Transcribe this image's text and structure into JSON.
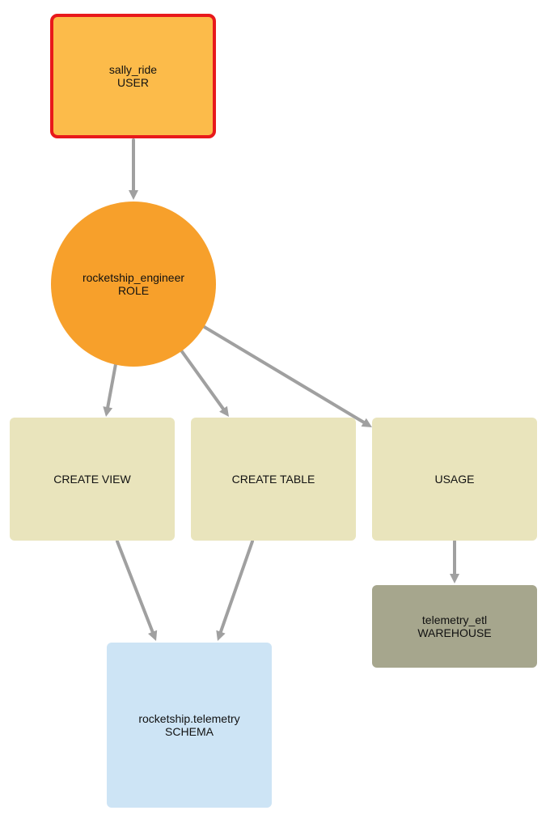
{
  "colors": {
    "user_fill": "#fcbb4a",
    "user_border": "#e8191b",
    "role_fill": "#f7a02b",
    "privilege_fill": "#e9e4bc",
    "warehouse_fill": "#a6a68d",
    "schema_fill": "#cde4f5",
    "edge": "#a0a0a0"
  },
  "nodes": {
    "user": {
      "name": "sally_ride",
      "type": "USER"
    },
    "role": {
      "name": "rocketship_engineer",
      "type": "ROLE"
    },
    "create_view": {
      "label": "CREATE VIEW"
    },
    "create_table": {
      "label": "CREATE TABLE"
    },
    "usage": {
      "label": "USAGE"
    },
    "warehouse": {
      "name": "telemetry_etl",
      "type": "WAREHOUSE"
    },
    "schema": {
      "name": "rocketship.telemetry",
      "type": "SCHEMA"
    }
  },
  "edges": [
    {
      "from": "user",
      "to": "role"
    },
    {
      "from": "role",
      "to": "create_view"
    },
    {
      "from": "role",
      "to": "create_table"
    },
    {
      "from": "role",
      "to": "usage"
    },
    {
      "from": "create_view",
      "to": "schema"
    },
    {
      "from": "create_table",
      "to": "schema"
    },
    {
      "from": "usage",
      "to": "warehouse"
    }
  ]
}
